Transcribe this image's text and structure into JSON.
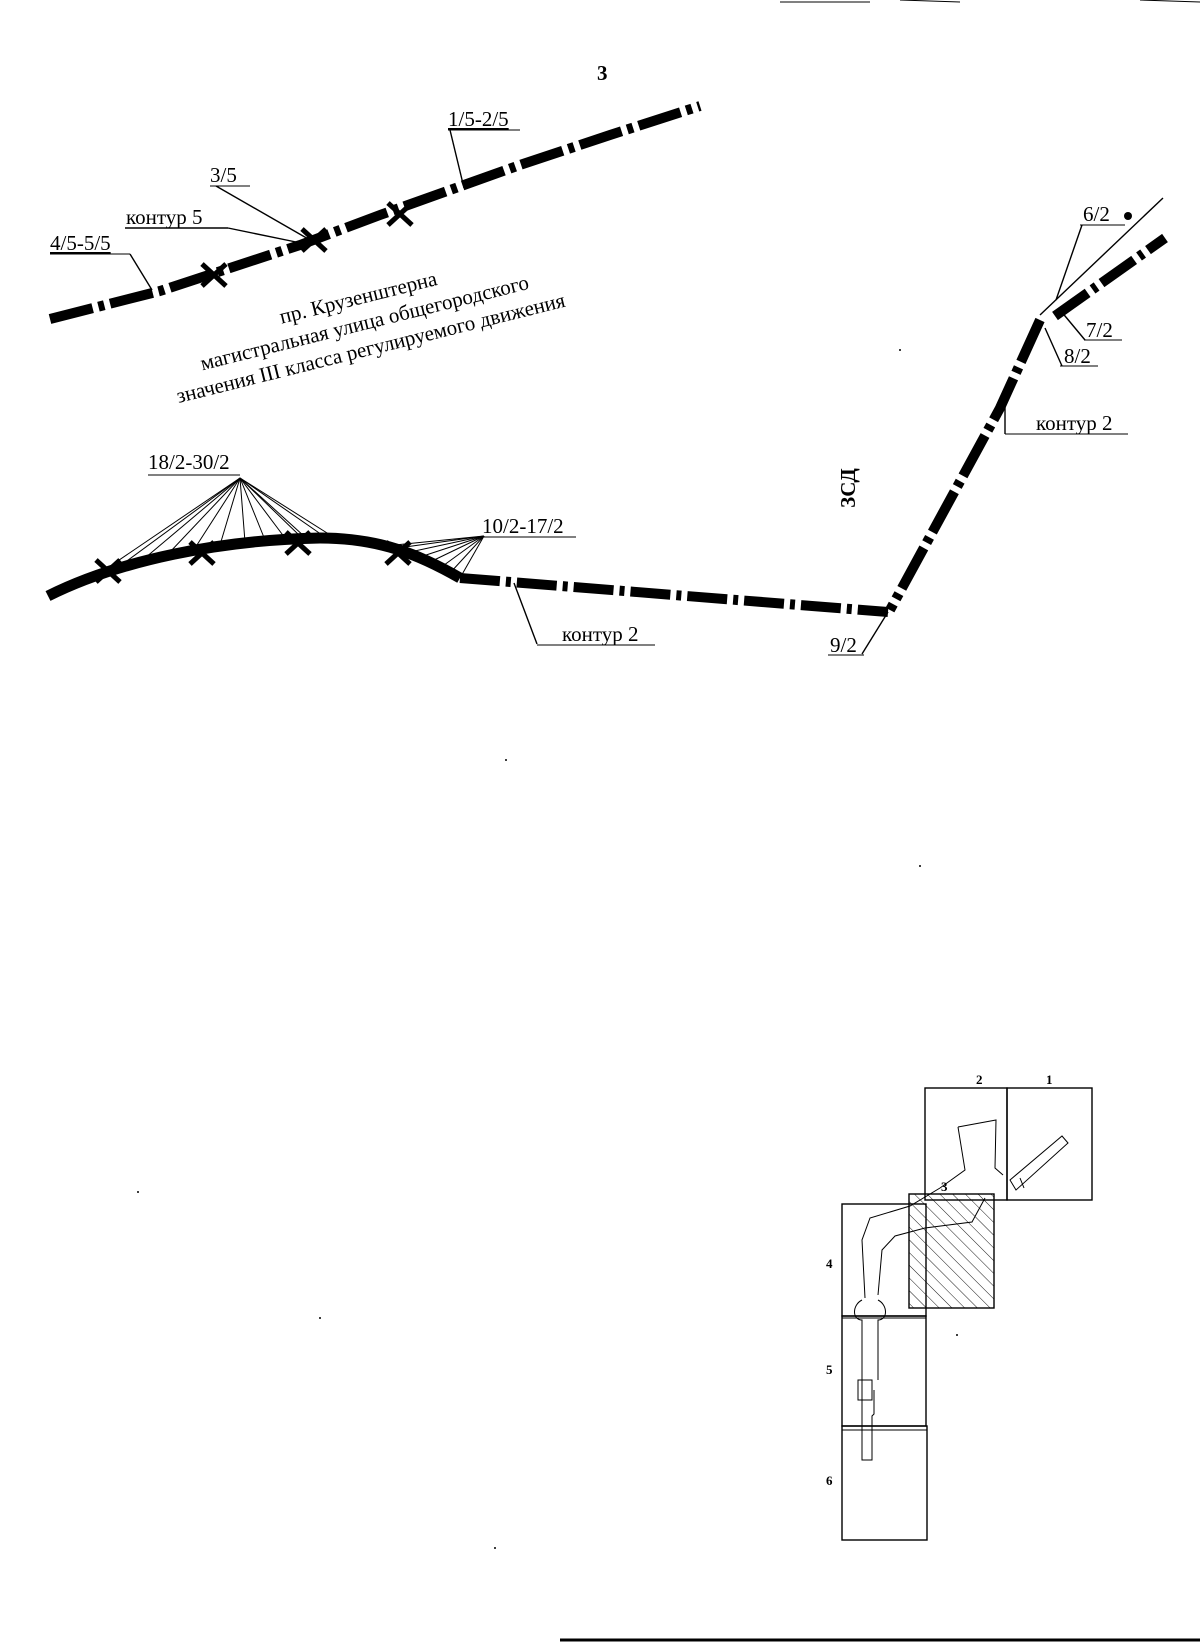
{
  "page_number": "3",
  "points": {
    "p1_5_2_5": "1/5-2/5",
    "p3_5": "3/5",
    "contour_5": "контур 5",
    "p4_5_5_5": "4/5-5/5",
    "p6_2": "6/2",
    "p7_2": "7/2",
    "p8_2": "8/2",
    "contour_2_right": "контур 2",
    "p18_2_30_2": "18/2-30/2",
    "p10_2_17_2": "10/2-17/2",
    "contour_2_bottom": "контур 2",
    "p9_2": "9/2"
  },
  "street": {
    "line1": "пр. Крузенштерна",
    "line2": "магистральная улица общегородского",
    "line3": "значения III класса регулируемого движения"
  },
  "zone_label": "ЗСД",
  "key_map": {
    "sheet_1": "1",
    "sheet_2": "2",
    "sheet_3": "3",
    "sheet_4": "4",
    "sheet_5": "5",
    "sheet_6": "6"
  }
}
